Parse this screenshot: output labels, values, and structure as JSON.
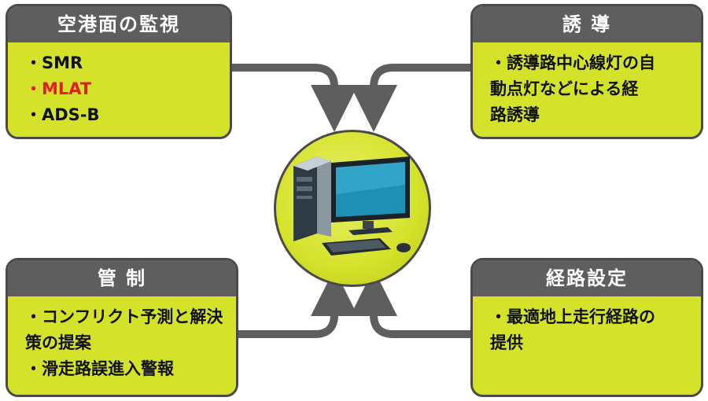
{
  "boxes": {
    "monitor": {
      "title": "空港面の監視",
      "items": [
        "・SMR",
        "・MLAT",
        "・ADS-B"
      ]
    },
    "guidance": {
      "title": "誘 導",
      "items": [
        "・誘導路中心線灯の自",
        "動点灯などによる経",
        "路誘導"
      ]
    },
    "control": {
      "title": "管 制",
      "items": [
        "・コンフリクト予測と解決",
        "策の提案",
        "・滑走路誤進入警報"
      ]
    },
    "route": {
      "title": "経路設定",
      "items": [
        "・最適地上走行経路の",
        "提供"
      ]
    }
  },
  "center_icon": "computer-icon",
  "colors": {
    "box_fill": "#d5e22a",
    "header_fill": "#5e5e5e",
    "arrow": "#5e5e5e",
    "highlight_text": "#e02020"
  }
}
